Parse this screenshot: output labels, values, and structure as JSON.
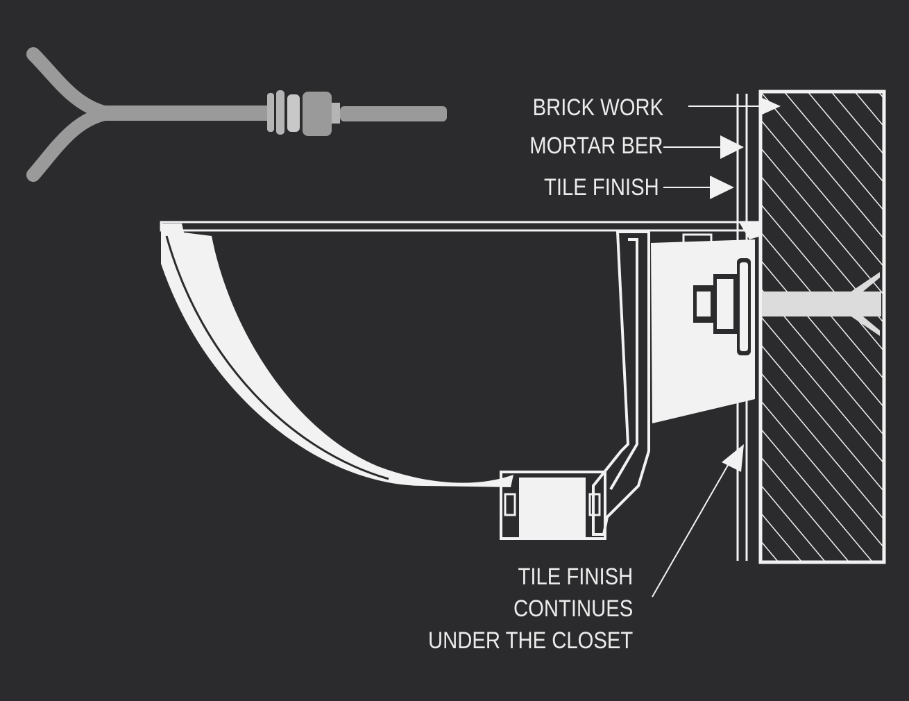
{
  "labels": {
    "brick_work": "BRICK WORK",
    "mortar_bed": "MORTAR BER",
    "tile_finish": "TILE FINISH"
  },
  "note": {
    "line1": "TILE FINISH",
    "line2": "CONTINUES",
    "line3": "UNDER THE CLOSET"
  },
  "colors": {
    "background": "#2b2b2d",
    "line": "#f2f2f2",
    "bolt": "#9a9a9a"
  }
}
